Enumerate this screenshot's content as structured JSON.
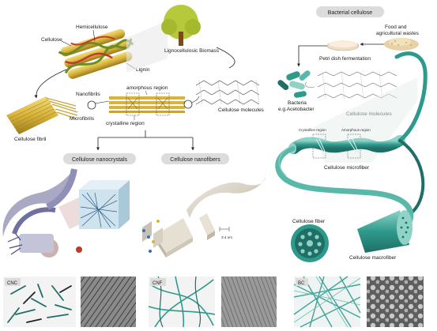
{
  "left_panel": {
    "lignocellulose": {
      "label_hemicellulose": "Hemicellulose",
      "label_cellulose": "Cellulose",
      "label_lignin": "Lignin",
      "label_biomass": "Lignocellulosic Biomass",
      "label_nanofibrils": "Nanofibrils",
      "label_microfibrils": "Microfibrils",
      "label_cellulose_fibril": "Cellulose fibril",
      "label_amorphous": "amorphous region",
      "label_crystalline": "crystalline region",
      "label_cellulose_molecules": "Cellulose molecules"
    },
    "branches": {
      "cnc_pill": "Cellulose nanocrystals",
      "cnf_pill": "Cellulose nanofibers",
      "scale_label": "3-4 nm"
    }
  },
  "right_panel": {
    "title_pill": "Bacterial cellulose",
    "label_food": "Food and\nagricultural wastes",
    "label_petri": "Petri dish fermentation",
    "label_bacteria": "Bacteria\ne.g.Acetobacter",
    "label_molecules": "Cellulose molecules",
    "label_crystalline": "Crystalline region",
    "label_amorphous": "Amorphous region",
    "label_microfiber": "Cellulose microfiber",
    "label_fiber": "Cellulose fiber",
    "label_macrofiber": "Cellulose macrofiber"
  },
  "bottom_strip": {
    "tags": [
      "CNC",
      "CNF",
      "BC"
    ]
  },
  "colors": {
    "teal": "#2e9a8c",
    "teal_dark": "#1f6f66",
    "gold": "#d8b43c",
    "lignin_red": "#c0392b",
    "hemicellulose_green": "#6b8e23",
    "tree_green": "#b6c93a",
    "tree_trunk": "#7a4a1e",
    "pill_gray": "#dcdcdc",
    "micrograph_gray": "#8c8c8c"
  }
}
